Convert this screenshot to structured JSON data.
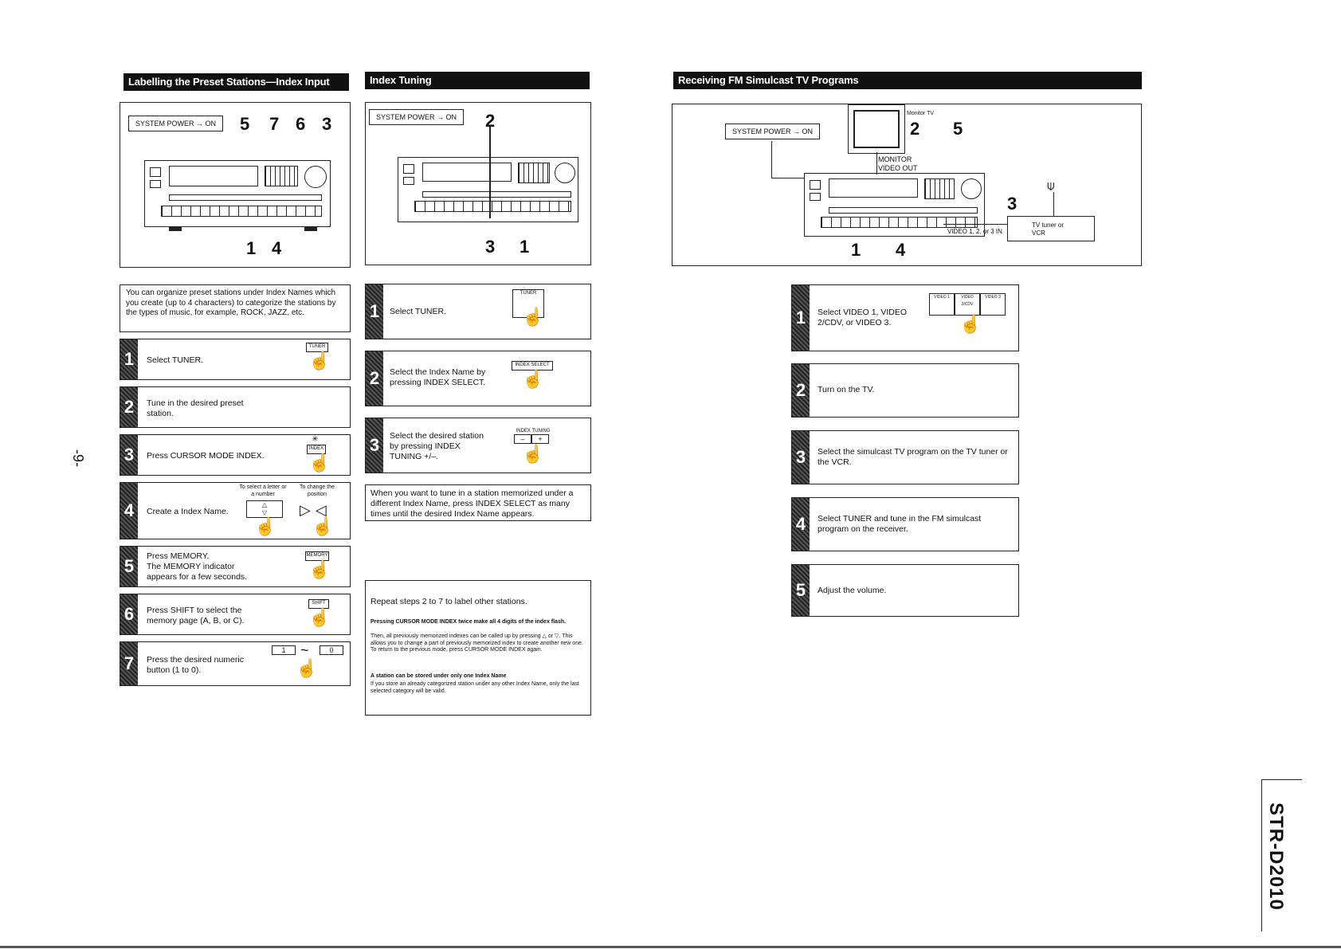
{
  "page_number": "-9-",
  "model": "STR-D2010",
  "labelling": {
    "title": "Labelling the Preset Stations—Index Input",
    "system_power": "SYSTEM POWER → ON",
    "callouts_top": [
      "5",
      "7",
      "6",
      "3"
    ],
    "callouts_bottom": [
      "1",
      "4"
    ],
    "intro": "You can organize preset stations under Index Names which you create (up to 4 characters) to categorize the stations by the types of music, for example, ROCK, JAZZ, etc.",
    "steps": [
      {
        "n": "1",
        "text": "Select TUNER.",
        "button": "TUNER"
      },
      {
        "n": "2",
        "text": "Tune in the desired preset station."
      },
      {
        "n": "3",
        "text": "Press CURSOR MODE INDEX.",
        "button": "INDEX"
      },
      {
        "n": "4",
        "text": "Create a Index Name.",
        "note_left": "To select a letter or a number",
        "note_right": "To change the position"
      },
      {
        "n": "5",
        "text": "Press MEMORY.\nThe MEMORY indicator appears for a few seconds.",
        "button": "MEMORY"
      },
      {
        "n": "6",
        "text": "Press SHIFT to select the memory page (A, B, or C).",
        "button": "SHIFT"
      },
      {
        "n": "7",
        "text": "Press the desired numeric button (1 to 0).",
        "button_a": "1",
        "button_b": "0",
        "tilde": "~"
      }
    ]
  },
  "index_tuning": {
    "title": "Index Tuning",
    "system_power": "SYSTEM POWER → ON",
    "callouts_top": [
      "2"
    ],
    "callouts_bottom": [
      "3",
      "1"
    ],
    "steps": [
      {
        "n": "1",
        "text": "Select TUNER.",
        "button": "TUNER"
      },
      {
        "n": "2",
        "text": "Select the Index Name by pressing INDEX SELECT.",
        "button": "INDEX SELECT"
      },
      {
        "n": "3",
        "text": "Select the desired station by pressing INDEX TUNING +/–.",
        "button": "INDEX TUNING",
        "minus": "–",
        "plus": "+"
      }
    ],
    "tip": "When you want to tune in a station memorized under a different Index Name, press INDEX SELECT as many times until the desired Index Name appears.",
    "repeat": "Repeat steps 2 to 7 to label other stations.",
    "note1_title": "Pressing CURSOR MODE INDEX twice make all 4 digits of the index flash.",
    "note1_body": "Then, all previously memorized indexes can be called up by pressing △ or ▽. This allows you to change a part of previously memorized index to create another new one. To return to the previous mode, press CURSOR MODE INDEX again.",
    "note2_title": "A station can be stored under only one Index Name",
    "note2_body": "If you store an already categorized station under any other Index Name, only the last selected category will be valid."
  },
  "simulcast": {
    "title": "Receiving FM Simulcast TV Programs",
    "system_power": "SYSTEM POWER → ON",
    "monitor_tv": "Monitor TV",
    "monitor_video_out": "MONITOR VIDEO OUT",
    "video_in": "VIDEO 1, 2, or 3 IN",
    "tv_tuner": "TV tuner or VCR",
    "callouts": [
      "2",
      "5",
      "3",
      "1",
      "4"
    ],
    "steps": [
      {
        "n": "1",
        "text": "Select VIDEO 1, VIDEO 2/CDV, or VIDEO 3.",
        "buttons": [
          "VIDEO 1",
          "VIDEO 2/CDV",
          "VIDEO 3"
        ]
      },
      {
        "n": "2",
        "text": "Turn on the TV."
      },
      {
        "n": "3",
        "text": "Select the simulcast TV program on the TV tuner or the VCR."
      },
      {
        "n": "4",
        "text": "Select TUNER and tune in the FM simulcast program on the receiver."
      },
      {
        "n": "5",
        "text": "Adjust the volume."
      }
    ]
  }
}
